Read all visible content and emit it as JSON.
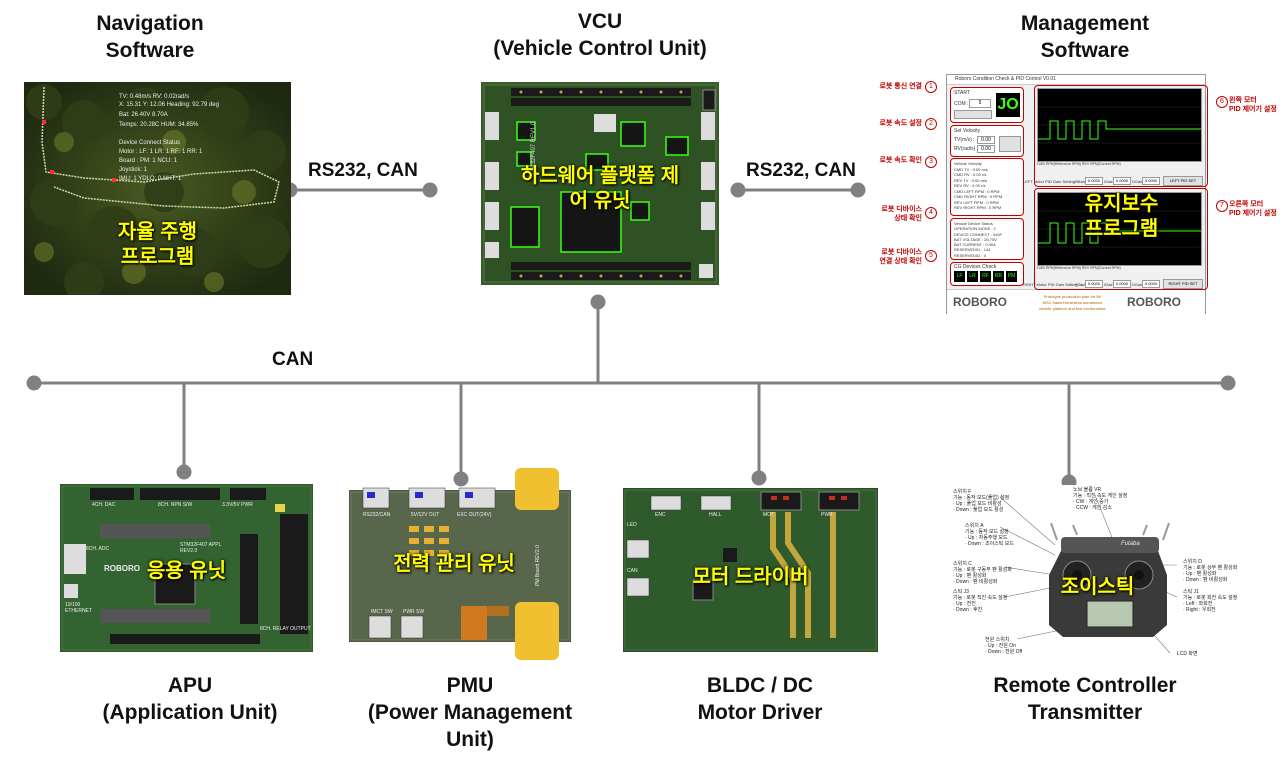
{
  "titles": {
    "navigation": "Navigation\nSoftware",
    "vcu": "VCU\n(Vehicle Control Unit)",
    "management": "Management\nSoftware",
    "apu": "APU\n(Application Unit)",
    "pmu": "PMU\n(Power Management\nUnit)",
    "motor": "BLDC / DC\nMotor Driver",
    "remote": "Remote Controller\nTransmitter"
  },
  "links": {
    "left": "RS232, CAN",
    "right": "RS232, CAN",
    "bus": "CAN"
  },
  "overlays": {
    "navigation": "자율 주행\n프로그램",
    "vcu": "하드웨어 플랫폼 제\n어 유닛",
    "management": "유지보수\n프로그램",
    "apu": "응용 유닛",
    "pmu": "전력 관리 유닛",
    "motor": "모터 드라이버",
    "remote": "조이스틱"
  },
  "nav_hud": {
    "line1": "TV: 0.48m/s  RV: 0.02rad/s",
    "line2": "X: 15.31  Y: 12.06  Heading: 92.79 deg",
    "line3": "Bat: 26.40V  8.70A",
    "line4": "Temps: 20.28C  HUM: 34.85%",
    "line5": "Device Connect Status",
    "line6": "Motor : LF: 1  LR: 1  RF: 1  RR: 1",
    "line7": "Board : PM: 1  NCU: 1",
    "line8": "Joystick: 1",
    "line9": "IMU: 1  YDLO: 0  NHT: 1"
  },
  "vcu_board": {
    "chip": "STM32F407 REV1.0",
    "company": "ROBORO CO.,LTD"
  },
  "management_sw": {
    "window_title": "Roboro Condition Check & PID Control V0.01",
    "callouts": [
      "로봇 통신 연결",
      "로봇 속도 설정",
      "로봇 속도 확인",
      "로봇 디바이스\n상태 확인",
      "로봇 디바이스\n연결 상태 확인"
    ],
    "callout_nums": [
      "1",
      "2",
      "3",
      "4",
      "5",
      "6",
      "7"
    ],
    "right_callouts": [
      "왼쪽 모터\nPID 제어기 설정",
      "오른쪽 모터\nPID 제어기 설정"
    ],
    "start_label": "START",
    "start_value": "JO",
    "com_label": "COM :",
    "com_value": "5",
    "set_velocity": "Set Velocity",
    "tv_label": "TV(m/s) :",
    "tv_value": "0.00",
    "rv_label": "RV(rad/s) :",
    "rv_value": "0.00",
    "vehicle_velocity": "Vehicle Velocity\nCMD TV : 0.00 m/s\nCMD RV : 0.00 r/s\nREV TV : 0.00 m/s\nREV RV : 0.00 r/s\nCMD LEFT RPM : 0 RPM\nCMD RIGHT RPM : 0 RPM\nREV LEFT RPM : 0 RPM\nREV RIGHT RPM : 0 RPM",
    "device_status": "Vehicle Device Status\nOPERATION MODE : 1\nDEVICE CONNECT : 0x0F\nBAT VOLTAGE : 26.70V\nBAT CURRENT : 0.40A\nRESERVED01 : 144\nRESERVED02 : 0",
    "devices_check": "CG Devices Check",
    "device_codes": [
      "LF",
      "LR",
      "RF",
      "RR",
      "PM"
    ],
    "left_gain": "LEFT Motor PID Gain Setting ->",
    "right_gain": "RIGHT Motor PID Gain Setting ->",
    "pgain": "PGain",
    "igain": "IGain",
    "dgain": "DGain",
    "gain_value": "0.0000",
    "left_set": "LEFT PID SET",
    "right_set": "RIGHT PID SET",
    "legend": "CMD RPM(Reference RPM)   REV RPM(Current RPM)",
    "logo": "ROBORO",
    "promo": "Prototype production plan for 96\nMSC based brushless unmanned\nvehicle platform and test environment"
  },
  "apu_board": {
    "chip": "STM32F407 APPL\nREV2.0",
    "logo": "ROBORO",
    "header1": "4CH. DAC",
    "header2": "8CH. NPN S/W",
    "header3": "3.3V/5V PWR",
    "side1": "10/100\nETHERNET",
    "side2": "8CH. ADC",
    "side3": "8CH. RELAY OUTPUT"
  },
  "pmu_board": {
    "label1": "RS232/CAN",
    "label2": "5V/12V OUT",
    "label3": "EXC OUT(24V)",
    "label4": "PM Board REV2.0",
    "label5": "IMCT SW",
    "label6": "PWR SW"
  },
  "motor_board": {
    "label1": "ENC",
    "label2": "HALL",
    "label3": "LED",
    "label4": "CAN",
    "label5": "MOT",
    "label6": "PWR"
  },
  "remote_labels": {
    "l1": "스위치 F\n기능 : 동작 모드(풀업) 설정\n· Up : 풀업 모드 비활성\n· Down : 풀업 모드 활성",
    "l2": "스위치 A\n기능 : 동작 모드 설정\n· Up : 자동주행 모드\n· Down : 조이스틱 모드",
    "l3": "스위치 C\n기능 : 로봇 구동부 팬 활성화\n· Up : 팬 활성화\n· Down : 팬 비활성화",
    "l4": "스틱 J3\n기능 : 로봇 직진 속도 설정\n· Up : 전진\n· Down : 후진",
    "l5": "전원 스위치\n· Up : 전원 On\n· Down : 전원 Off",
    "l6": "노브 볼륨 VR\n기능 : 직진 속도 게인 설정\n· CW : 게인 증가\n· CCW : 게인 감소",
    "l7": "스위치 D\n기능 : 로봇 상부 팬 활성화\n· Up : 팬 활성화\n· Down : 팬 비활성화",
    "l8": "스틱 J1\n기능 : 로봇 회전 속도 설정\n· Left : 좌회전\n· Right : 우회전",
    "l9": "LCD 화면",
    "brand": "Futaba"
  }
}
